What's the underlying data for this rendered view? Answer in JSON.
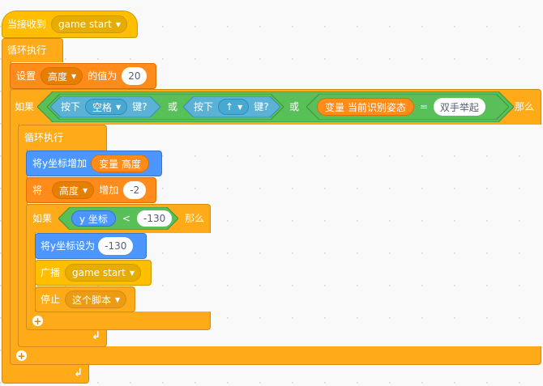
{
  "hat": {
    "label": "当接收到",
    "message": "game start"
  },
  "forever_outer": {
    "label": "循环执行"
  },
  "set_height": {
    "label": "设置",
    "variable": "高度",
    "suffix": "的值为",
    "value": "20"
  },
  "if_outer": {
    "label": "如果",
    "or_1": "或",
    "or_2": "或",
    "then": "那么",
    "key_1": {
      "prefix": "按下",
      "key": "空格",
      "suffix": "键?"
    },
    "key_2": {
      "prefix": "按下",
      "key": "↑",
      "suffix": "键?"
    },
    "pose": {
      "reporter": "变量 当前识别姿态",
      "operator": "=",
      "value": "双手举起"
    }
  },
  "forever_inner": {
    "label": "循环执行"
  },
  "change_y": {
    "label": "将y坐标增加",
    "reporter": "变量 高度"
  },
  "change_height": {
    "label": "将",
    "variable": "高度",
    "suffix": "增加",
    "value": "-2"
  },
  "if_inner": {
    "label": "如果",
    "reporter": "y 坐标",
    "operator": "<",
    "value": "-130",
    "then": "那么"
  },
  "set_y": {
    "label": "将y坐标设为",
    "value": "-130"
  },
  "broadcast": {
    "label": "广播",
    "message": "game start"
  },
  "stop": {
    "label": "停止",
    "option": "这个脚本"
  },
  "colors": {
    "control": "#ffab19",
    "variables": "#ff8c1a",
    "events": "#ffbf00",
    "motion": "#4c97ff",
    "sensing": "#5cb1d6",
    "operators": "#59c059"
  },
  "icons": {
    "add": "plus-icon",
    "loop": "loop-arrow-icon",
    "dropdown": "chevron-down-icon"
  }
}
